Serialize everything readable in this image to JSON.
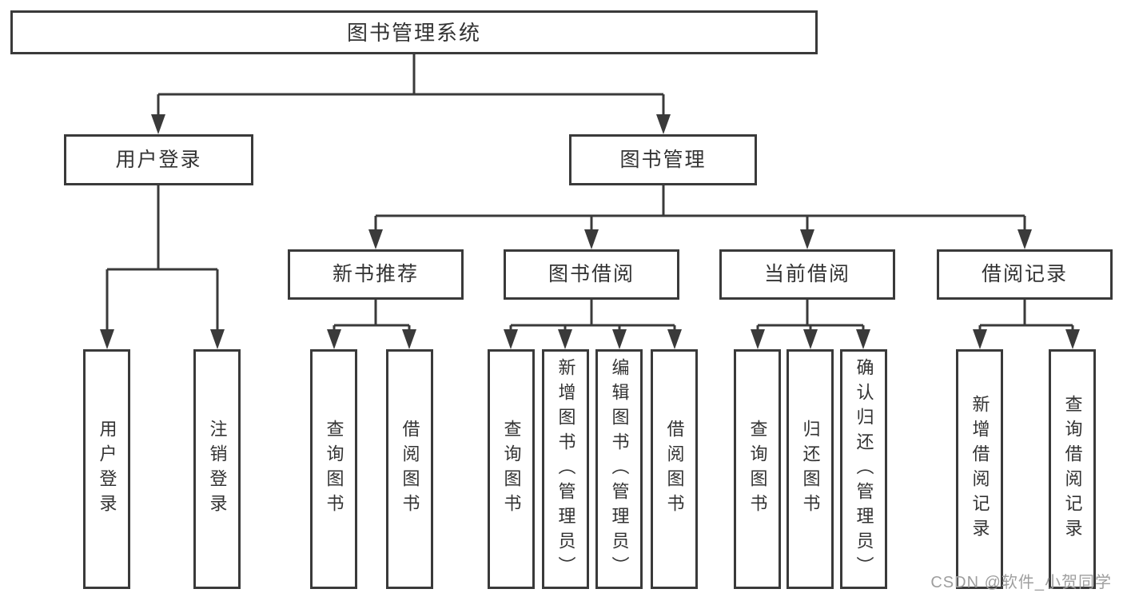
{
  "nodes": {
    "root": "图书管理系统",
    "user_login": "用户登录",
    "book_mgmt": "图书管理",
    "new_books": "新书推荐",
    "book_borrow": "图书借阅",
    "current_borrow": "当前借阅",
    "borrow_records": "借阅记录",
    "user_login_children": [
      "用户登录",
      "注销登录"
    ],
    "new_books_children": [
      "查询图书",
      "借阅图书"
    ],
    "book_borrow_children": [
      "查询图书",
      "新增图书（管理员）",
      "编辑图书（管理员）",
      "借阅图书"
    ],
    "current_borrow_children": [
      "查询图书",
      "归还图书",
      "确认归还（管理员）"
    ],
    "borrow_records_children": [
      "新增借阅记录",
      "查询借阅记录"
    ]
  },
  "watermark": "CSDN @软件_小贺同学",
  "colors": {
    "line": "#3a3a3a",
    "text": "#333333",
    "background": "#ffffff",
    "watermark": "#9e9e9e"
  }
}
